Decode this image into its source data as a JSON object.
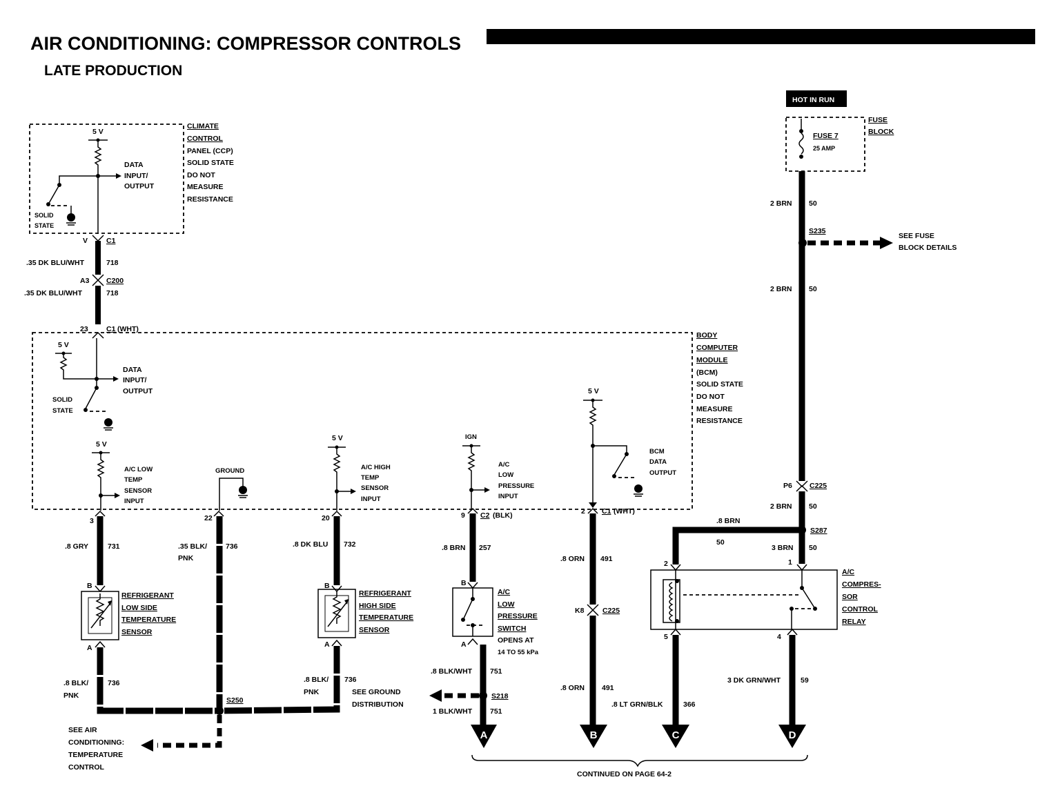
{
  "title": "AIR CONDITIONING: COMPRESSOR CONTROLS",
  "subtitle": "LATE PRODUCTION",
  "hot_in_run": "HOT IN RUN",
  "fuse_block": {
    "label1": "FUSE",
    "label2": "BLOCK",
    "fuse": "FUSE 7",
    "amp": "25 AMP"
  },
  "ccp": {
    "lines": [
      "CLIMATE",
      "CONTROL",
      "PANEL (CCP)",
      "SOLID STATE",
      "DO NOT",
      "MEASURE",
      "RESISTANCE"
    ],
    "v5": "5 V",
    "data1": "DATA",
    "data2": "INPUT/",
    "data3": "OUTPUT",
    "solid1": "SOLID",
    "solid2": "STATE"
  },
  "bcm": {
    "lines": [
      "BODY",
      "COMPUTER",
      "MODULE",
      "(BCM)",
      "SOLID STATE",
      "DO NOT",
      "MEASURE",
      "RESISTANCE"
    ],
    "v5": "5 V",
    "data1": "DATA",
    "data2": "INPUT/",
    "data3": "OUTPUT",
    "solid1": "SOLID",
    "solid2": "STATE",
    "lowtemp": [
      "A/C LOW",
      "TEMP",
      "SENSOR",
      "INPUT"
    ],
    "ground": "GROUND",
    "hightemp": [
      "A/C HIGH",
      "TEMP",
      "SENSOR",
      "INPUT"
    ],
    "ign": "IGN",
    "lowpress": [
      "A/C",
      "LOW",
      "PRESSURE",
      "INPUT"
    ],
    "bcmout": [
      "BCM",
      "DATA",
      "OUTPUT"
    ]
  },
  "connectors": {
    "c1_v": "V",
    "c1": "C1",
    "c200_pin": "A3",
    "c200": "C200",
    "c1wht_pin": "23",
    "c1wht": "C1",
    "c1wht_color": "(WHT)",
    "p3": "3",
    "p22": "22",
    "p20": "20",
    "p9": "9",
    "c2": "C2",
    "c2_color": "(BLK)",
    "p2": "2",
    "c1b": "C1",
    "c1b_color": "(WHT)",
    "k8": "K8",
    "c225": "C225",
    "p6": "P6",
    "c225b": "C225"
  },
  "wires": {
    "w718a": ".35 DK BLU/WHT",
    "n718a": "718",
    "w718b": ".35 DK BLU/WHT",
    "n718b": "718",
    "w731": ".8 GRY",
    "n731": "731",
    "w736a1": ".35 BLK/",
    "w736a2": "PNK",
    "n736a": "736",
    "w732": ".8 DK BLU",
    "n732": "732",
    "w257": ".8 BRN",
    "n257": "257",
    "w491a": ".8 ORN",
    "n491a": "491",
    "w491b": ".8 ORN",
    "n491b": "491",
    "w736b1": ".8 BLK/",
    "w736b2": "PNK",
    "n736b": "736",
    "w736c1": ".8 BLK/",
    "w736c2": "PNK",
    "n736c": "736",
    "w751a": ".8 BLK/WHT",
    "n751a": "751",
    "w751b": "1 BLK/WHT",
    "n751b": "751",
    "w50a": "2 BRN",
    "n50a": "50",
    "w50b": "2 BRN",
    "n50b": "50",
    "w50c": "2 BRN",
    "n50c": "50",
    "w50d": ".8 BRN",
    "n50d": "50",
    "w50e": "3 BRN",
    "n50e": "50",
    "w366": ".8 LT GRN/BLK",
    "n366": "366",
    "w59": "3 DK GRN/WHT",
    "n59": "59"
  },
  "splices": {
    "s235": "S235",
    "s287": "S287",
    "s250": "S250",
    "s218": "S218"
  },
  "fuse_details": [
    "SEE FUSE",
    "BLOCK DETAILS"
  ],
  "low_sensor": {
    "lines": [
      "REFRIGERANT",
      "LOW SIDE",
      "TEMPERATURE",
      "SENSOR"
    ],
    "b": "B",
    "a": "A"
  },
  "high_sensor": {
    "lines": [
      "REFRIGERANT",
      "HIGH SIDE",
      "TEMPERATURE",
      "SENSOR"
    ],
    "b": "B",
    "a": "A"
  },
  "press_switch": {
    "lines": [
      "A/C",
      "LOW",
      "PRESSURE",
      "SWITCH"
    ],
    "opens1": "OPENS AT",
    "opens2": "14 TO 55 kPa",
    "b": "B",
    "a": "A"
  },
  "relay": {
    "lines": [
      "A/C",
      "COMPRES-",
      "SOR",
      "CONTROL",
      "RELAY"
    ],
    "p1": "1",
    "p2": "2",
    "p4": "4",
    "p5": "5"
  },
  "ground_dist": [
    "SEE GROUND",
    "DISTRIBUTION"
  ],
  "see_ac": [
    "SEE AIR",
    "CONDITIONING:",
    "TEMPERATURE",
    "CONTROL"
  ],
  "arrows": {
    "a": "A",
    "b": "B",
    "c": "C",
    "d": "D"
  },
  "continued": "CONTINUED ON PAGE 64-2"
}
